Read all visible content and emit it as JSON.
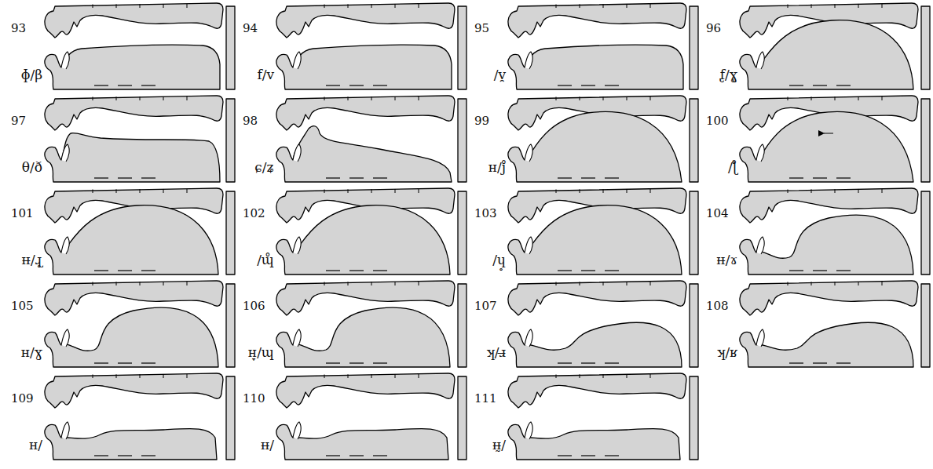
{
  "diagram": {
    "labels": [
      "93",
      "ɸ/β",
      "94",
      "f/v",
      "95",
      "/v̯",
      "96",
      "f̢/ɣ̢",
      "97",
      "θ/ð",
      "98",
      "ɕ/ʑ",
      "99",
      "ʜ/j̊",
      "100",
      "/ɭ̊",
      "101",
      "ʜ̶/ɻ̥",
      "102",
      "/ɰ̊",
      "103",
      "/ɥ̥",
      "104",
      "ʜ̶/ɤ",
      "105",
      "ʜ/ɣ",
      "106",
      "ʜ̞/ɰ",
      "107",
      "ʞ/ɹ̶",
      "108",
      "ʞ/ʁ",
      "109",
      "ʜ/",
      "110",
      "ʜ̶/",
      "111",
      "ʜ̶̰/"
    ]
  }
}
